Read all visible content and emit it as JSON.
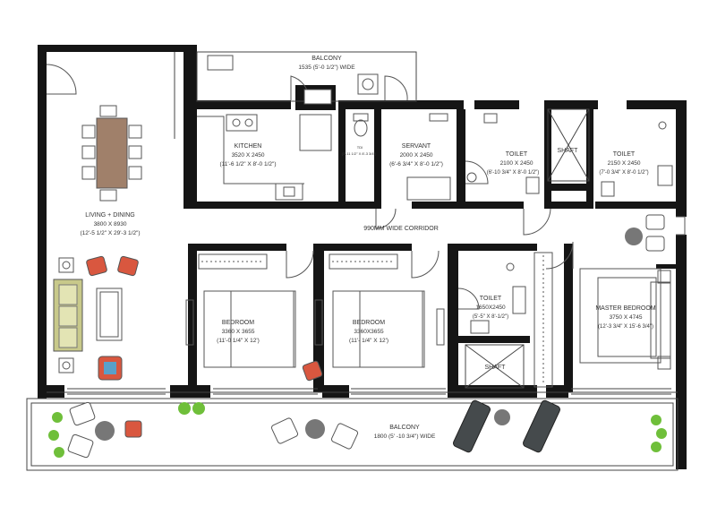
{
  "colors": {
    "wall": "#151515",
    "wood": "#a0806a",
    "sofa": "#c8c98a",
    "chair_red": "#d9573f",
    "chair_blue": "#5aa0c9",
    "plant": "#6fbf3a",
    "lounger": "#454a4c",
    "floor_tile": "#777777"
  },
  "icons": [
    "door-swing-icon",
    "dining-table-icon",
    "sofa-icon",
    "armchair-icon",
    "bed-icon",
    "wardrobe-icon",
    "wc-icon",
    "washbasin-icon",
    "sink-icon",
    "hob-icon",
    "plant-icon",
    "lounger-icon"
  ],
  "rooms": {
    "balcony_top": {
      "name": "BALCONY",
      "dims": "1535 (5'-0 1/2\") WIDE"
    },
    "kitchen": {
      "name": "KITCHEN",
      "dims": "3520 X 2450",
      "dims_imp": "(11'-6 1/2\" X 8'-0 1/2\")"
    },
    "tdi": {
      "name": "TDI",
      "dims": "(3'-11 1/2\" X 8'-3 3/4\")"
    },
    "servant": {
      "name": "SERVANT",
      "dims": "2000 X 2450",
      "dims_imp": "(6'-6 3/4\" X 8'-0 1/2\")"
    },
    "toilet1": {
      "name": "TOILET",
      "dims": "2100 X 2450",
      "dims_imp": "(6'-10 3/4\" X 8'-0 1/2\")"
    },
    "shaft1": {
      "name": "SHAFT"
    },
    "toilet2": {
      "name": "TOILET",
      "dims": "2150 X 2450",
      "dims_imp": "(7'-0 3/4\" X 8'-0 1/2\")"
    },
    "living": {
      "name": "LIVING + DINING",
      "dims": "3800 X 8930",
      "dims_imp": "(12'-5 1/2\" X 29'-3 1/2\")"
    },
    "corridor": {
      "name": "990MM WIDE CORRIDOR"
    },
    "bedroom1": {
      "name": "BEDROOM",
      "dims": "3360 X 3655",
      "dims_imp": "(11'-0 1/4\" X 12')"
    },
    "bedroom2": {
      "name": "BEDROOM",
      "dims": "3360X3655",
      "dims_imp": "(11'- 1/4\" X 12')"
    },
    "toilet3": {
      "name": "TOILET",
      "dims": "1650X2450",
      "dims_imp": "(5'-5\" X 8'-1/2\")"
    },
    "shaft2": {
      "name": "SHAFT"
    },
    "master": {
      "name": "MASTER BEDROOM",
      "dims": "3750 X 4745",
      "dims_imp": "(12'-3 3/4\" X 15'-6 3/4\")"
    },
    "balcony_bottom": {
      "name": "BALCONY",
      "dims": "1800 (5' -10 3/4\") WIDE"
    }
  }
}
